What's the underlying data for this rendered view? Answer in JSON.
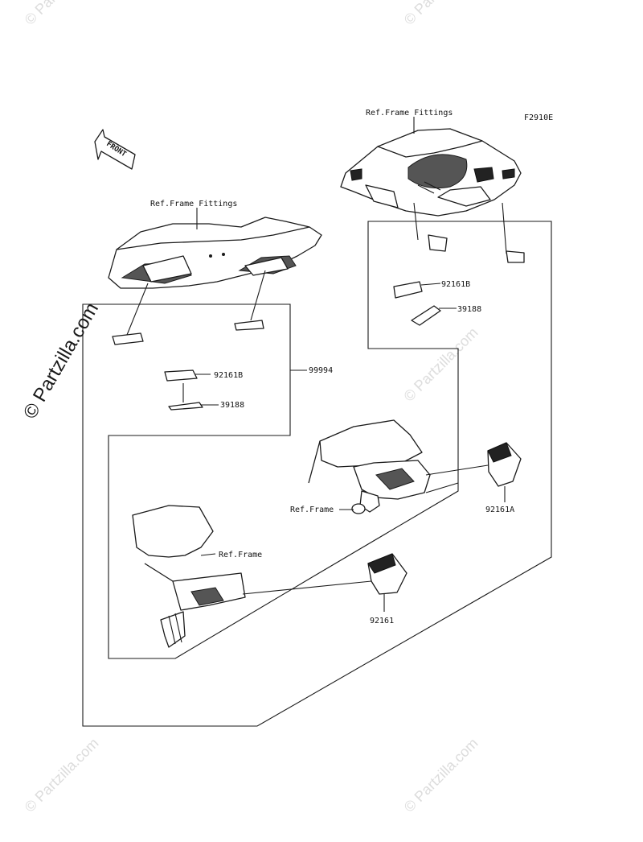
{
  "figure_code": "F2910E",
  "front_label": "FRONT",
  "labels": {
    "ref_frame_fittings_top": "Ref.Frame Fittings",
    "ref_frame_fittings_left": "Ref.Frame Fittings",
    "kit_number": "99994",
    "part_92161b_left": "92161B",
    "part_39188_left": "39188",
    "part_92161b_right": "92161B",
    "part_39188_right": "39188",
    "part_92161a": "92161A",
    "part_92161": "92161",
    "ref_frame_1": "Ref.Frame",
    "ref_frame_2": "Ref.Frame"
  },
  "watermark": {
    "main": "© Partzilla.com",
    "tile": "© Partzilla.com"
  }
}
